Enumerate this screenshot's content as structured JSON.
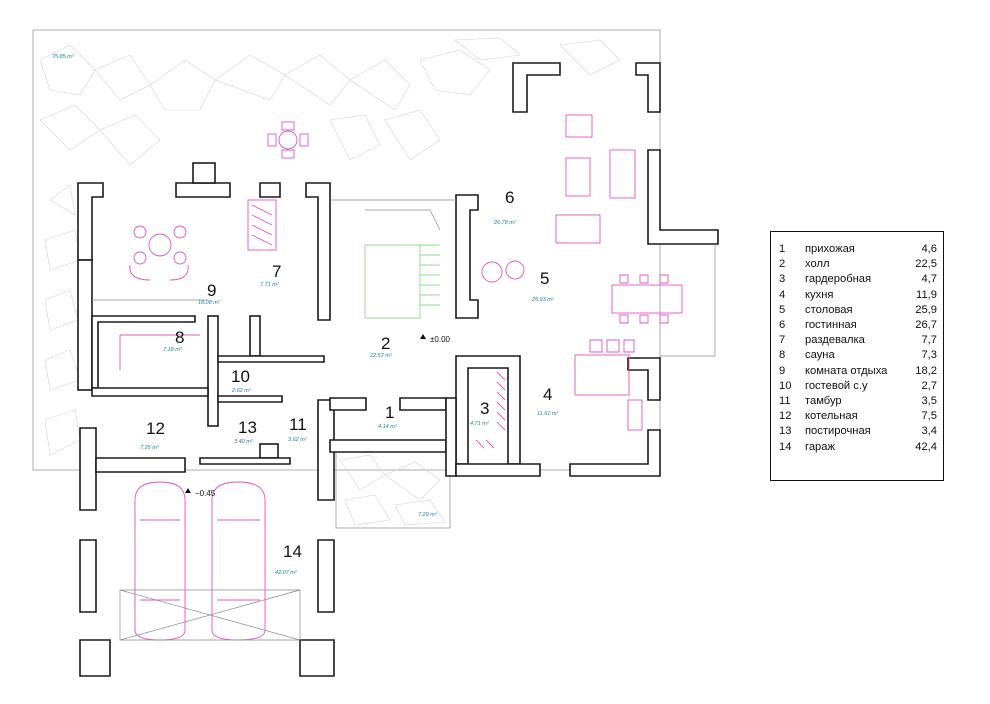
{
  "rooms": [
    {
      "num": "1",
      "name": "прихожая",
      "area": "4,6",
      "plan_area": "4.14 m²"
    },
    {
      "num": "2",
      "name": "холл",
      "area": "22,5",
      "plan_area": "22.57 m²"
    },
    {
      "num": "3",
      "name": "гардеробная",
      "area": "4,7",
      "plan_area": "4.71 m²"
    },
    {
      "num": "4",
      "name": "кухня",
      "area": "11,9",
      "plan_area": "11.61 m²"
    },
    {
      "num": "5",
      "name": "столовая",
      "area": "25,9",
      "plan_area": "25.93 m²"
    },
    {
      "num": "6",
      "name": "гостинная",
      "area": "26,7",
      "plan_area": "26.78 m²"
    },
    {
      "num": "7",
      "name": "раздевалка",
      "area": "7,7",
      "plan_area": "7.71 m²"
    },
    {
      "num": "8",
      "name": "сауна",
      "area": "7,3",
      "plan_area": "7.18 m²"
    },
    {
      "num": "9",
      "name": "комната отдыха",
      "area": "18,2",
      "plan_area": "18.08 m²"
    },
    {
      "num": "10",
      "name": "гостевой с.у",
      "area": "2,7",
      "plan_area": "2.62 m²"
    },
    {
      "num": "11",
      "name": "тамбур",
      "area": "3,5",
      "plan_area": "3.62 m²"
    },
    {
      "num": "12",
      "name": "котельная",
      "area": "7,5",
      "plan_area": "7.25 m²"
    },
    {
      "num": "13",
      "name": "постирочная",
      "area": "3,4",
      "plan_area": "3.40 m²"
    },
    {
      "num": "14",
      "name": "гараж",
      "area": "42,4",
      "plan_area": "42.07 m²"
    }
  ],
  "terrace": {
    "top_area": "75.85 m²",
    "porch_area": "7.29 m²"
  },
  "levels": {
    "main": "±0.00",
    "garage": "−0.45"
  },
  "colors": {
    "walls": "#1a1a1a",
    "furniture": "#e255c8",
    "area_text": "#1a7fa8",
    "stairs": "#6fcf6a"
  }
}
